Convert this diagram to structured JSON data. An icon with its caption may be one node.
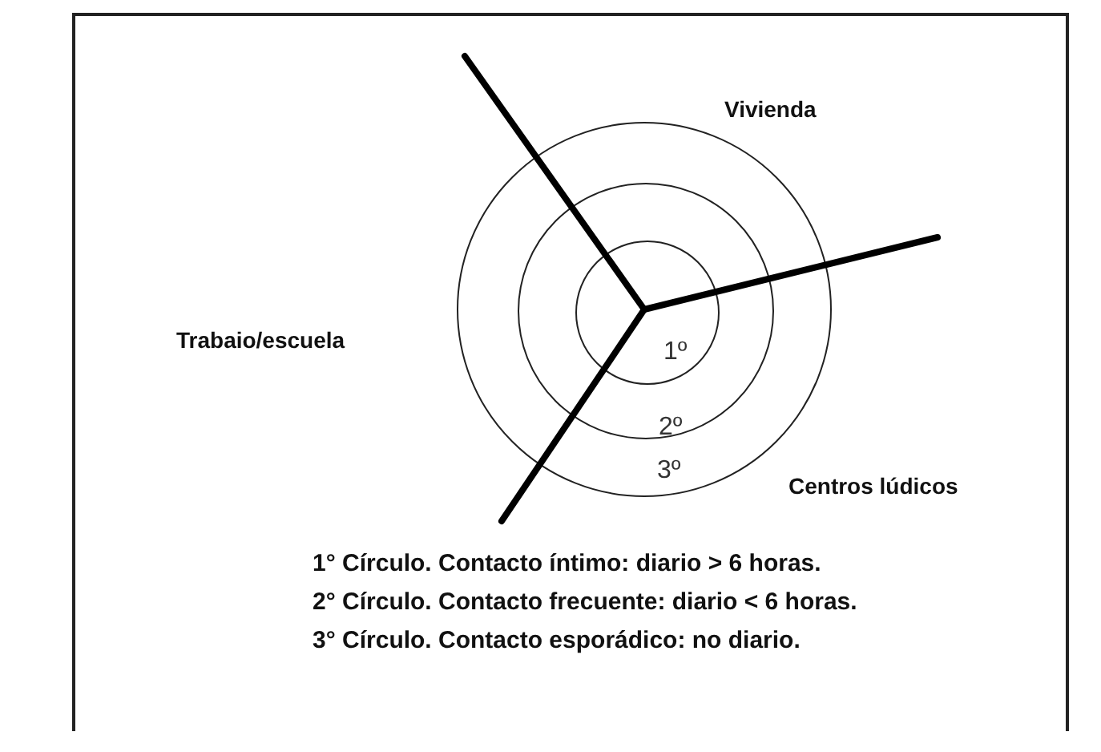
{
  "diagram": {
    "nodes": [
      {
        "text": [
          "3º"
        ]
      },
      {
        "text": [
          "2º"
        ],
        "in": 0
      },
      {
        "text": [
          "1º"
        ],
        "in": 1
      }
    ],
    "labels": [
      "Vivienda",
      "Trabaio/escuela",
      "Centros lúdicos",
      "1° Círculo. Contacto íntimo: diario > 6 horas.",
      "2° Círculo. Contacto frecuente: diario < 6 horas.",
      "3° Círculo. Contacto esporádico: no diario."
    ]
  }
}
